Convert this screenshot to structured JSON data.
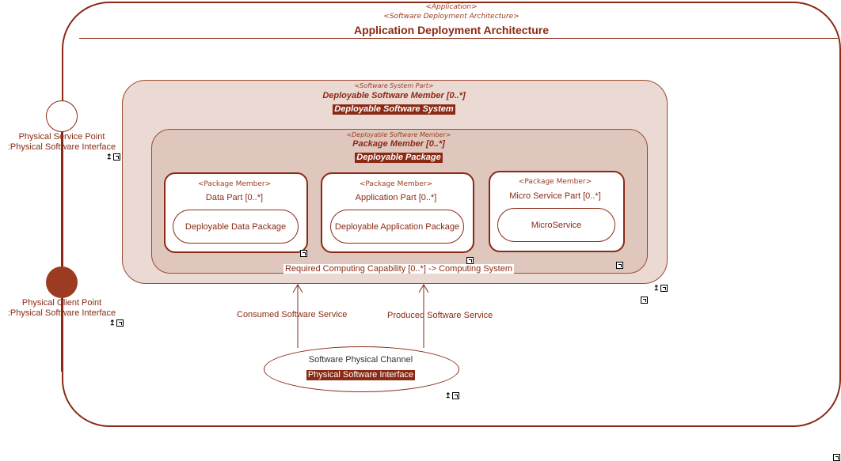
{
  "frame": {
    "stereo1": "<Application>",
    "stereo2": "<Software Deployment Architecture>",
    "title": "Application Deployment Architecture"
  },
  "system_part": {
    "stereo": "<Software System Part>",
    "name": "Deployable Software Member [0..*]",
    "type": "Deployable Software System"
  },
  "package_member": {
    "stereo": "<Deployable Software Member>",
    "name": "Package Member [0..*]",
    "type": "Deployable Package"
  },
  "parts": [
    {
      "stereo": "<Package Member>",
      "name": "Data Part [0..*]",
      "inner": "Deployable Data Package"
    },
    {
      "stereo": "<Package Member>",
      "name": "Application Part [0..*]",
      "inner": "Deployable Application Package"
    },
    {
      "stereo": "<Package Member>",
      "name": "Micro Service Part [0..*]",
      "inner": "MicroService"
    }
  ],
  "required_capability": "Required Computing Capability [0..*] -> Computing System",
  "ports": {
    "service": {
      "line1": "Physical Service Point",
      "line2": ":Physical Software Interface"
    },
    "client": {
      "line1": "Physical Client Point",
      "line2": ":Physical Software Interface"
    }
  },
  "flows": {
    "consumed": "Consumed Software Service",
    "produced": "Produced Software Service"
  },
  "channel": {
    "name": "Software Physical Channel",
    "type": "Physical Software Interface"
  },
  "colors": {
    "accent": "#8b2a14",
    "system_fill": "#ebd9d3",
    "package_fill": "#e0c7be",
    "port_fill": "#9c3a22"
  }
}
